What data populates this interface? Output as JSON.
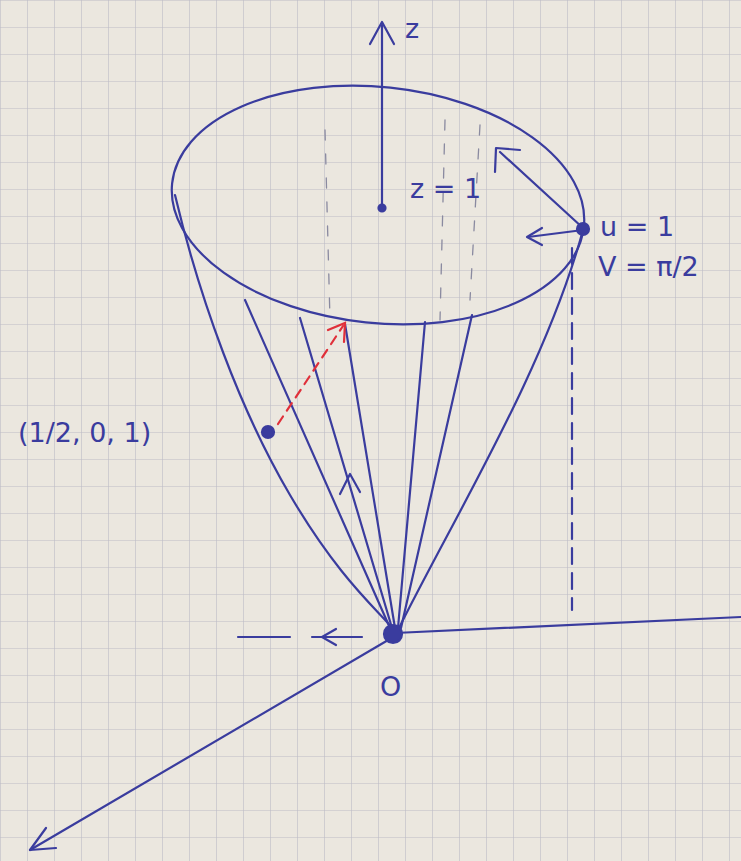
{
  "diagram": {
    "labels": [
      "z",
      "z = 1",
      "u = 1",
      "V = π/2",
      "(1/2, 0, 1)",
      "O"
    ]
  }
}
